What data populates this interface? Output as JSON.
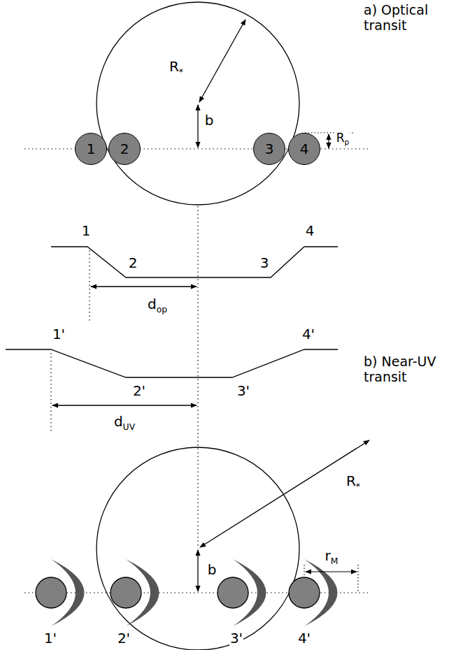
{
  "diagram": {
    "nodes": [
      {
        "text": [
          "1"
        ]
      },
      {
        "text": [
          "2"
        ]
      },
      {
        "text": [
          "3"
        ]
      },
      {
        "text": [
          "4"
        ]
      }
    ],
    "labels": [
      "a) Optical transit",
      "R*",
      "b",
      "Rp",
      "1",
      "2",
      "3",
      "4",
      "dop",
      "1'",
      "2'",
      "3'",
      "4'",
      "dUV",
      "b) Near-UV transit",
      "R*",
      "b",
      "rM",
      "1'",
      "2'",
      "3'",
      "4'"
    ]
  }
}
